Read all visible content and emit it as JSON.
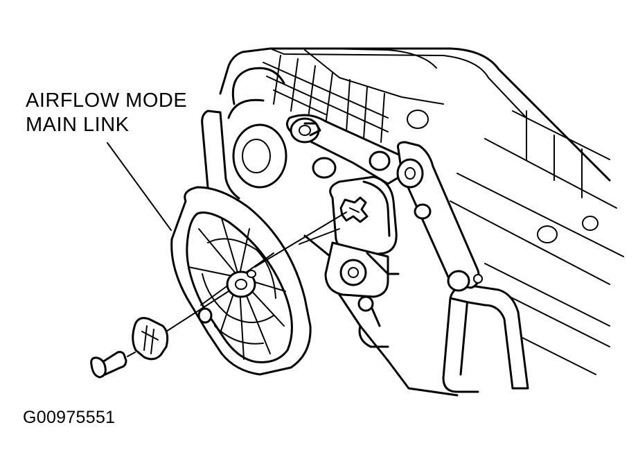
{
  "callout": {
    "line1": "AIRFLOW MODE",
    "line2": "MAIN LINK"
  },
  "figure_id": "G00975551",
  "parts": [
    "airflow-mode-main-link",
    "screw",
    "bushing",
    "heater-unit-housing",
    "link-lever"
  ]
}
